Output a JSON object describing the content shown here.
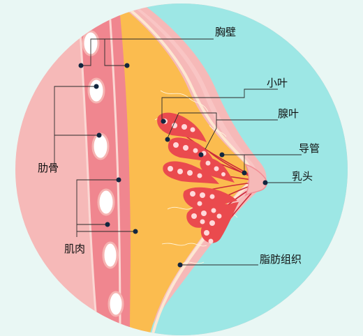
{
  "labels": {
    "chest_wall": "胸壁",
    "lobule": "小叶",
    "lobe": "腺叶",
    "duct": "导管",
    "nipple": "乳头",
    "rib": "肋骨",
    "muscle": "肌肉",
    "fat": "脂肪组织"
  },
  "colors": {
    "background": "#e9f7f4",
    "circle_pink": "#f6b9b8",
    "skin_teal": "#9de7e5",
    "fat_yellow": "#fbbc4f",
    "muscle_red": "#f0868f",
    "lobe_red": "#ea4a4e",
    "duct_red": "#cc2a3a",
    "rib_white": "#ffffff",
    "pointer": "#12263f"
  }
}
